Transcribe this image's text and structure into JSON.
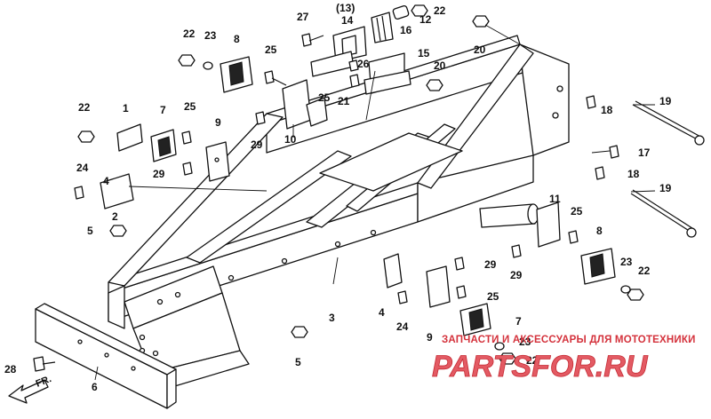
{
  "diagram": {
    "callouts": [
      {
        "id": "c27",
        "label": "27"
      },
      {
        "id": "c13",
        "label": "(13)"
      },
      {
        "id": "c14",
        "label": "14"
      },
      {
        "id": "c16",
        "label": "16"
      },
      {
        "id": "c12",
        "label": "12"
      },
      {
        "id": "c22a",
        "label": "22"
      },
      {
        "id": "c20a",
        "label": "20"
      },
      {
        "id": "c22b",
        "label": "22"
      },
      {
        "id": "c23a",
        "label": "23"
      },
      {
        "id": "c8a",
        "label": "8"
      },
      {
        "id": "c25a",
        "label": "25"
      },
      {
        "id": "c15",
        "label": "15"
      },
      {
        "id": "c26",
        "label": "26"
      },
      {
        "id": "c20b",
        "label": "20"
      },
      {
        "id": "c25b",
        "label": "25"
      },
      {
        "id": "c21",
        "label": "21"
      },
      {
        "id": "c19a",
        "label": "19"
      },
      {
        "id": "c22c",
        "label": "22"
      },
      {
        "id": "c1",
        "label": "1"
      },
      {
        "id": "c7a",
        "label": "7"
      },
      {
        "id": "c25c",
        "label": "25"
      },
      {
        "id": "c9a",
        "label": "9"
      },
      {
        "id": "c10",
        "label": "10"
      },
      {
        "id": "c29a",
        "label": "29"
      },
      {
        "id": "c18a",
        "label": "18"
      },
      {
        "id": "c17",
        "label": "17"
      },
      {
        "id": "c24a",
        "label": "24"
      },
      {
        "id": "c29b",
        "label": "29"
      },
      {
        "id": "c4a",
        "label": "4"
      },
      {
        "id": "c18b",
        "label": "18"
      },
      {
        "id": "c2",
        "label": "2"
      },
      {
        "id": "c19b",
        "label": "19"
      },
      {
        "id": "c5a",
        "label": "5"
      },
      {
        "id": "c11",
        "label": "11"
      },
      {
        "id": "c25d",
        "label": "25"
      },
      {
        "id": "c8b",
        "label": "8"
      },
      {
        "id": "c29c",
        "label": "29"
      },
      {
        "id": "c29d",
        "label": "29"
      },
      {
        "id": "c23b",
        "label": "23"
      },
      {
        "id": "c22d",
        "label": "22"
      },
      {
        "id": "c25e",
        "label": "25"
      },
      {
        "id": "c3",
        "label": "3"
      },
      {
        "id": "c4b",
        "label": "4"
      },
      {
        "id": "c24b",
        "label": "24"
      },
      {
        "id": "c7b",
        "label": "7"
      },
      {
        "id": "c9b",
        "label": "9"
      },
      {
        "id": "c5b",
        "label": "5"
      },
      {
        "id": "c23c",
        "label": "23"
      },
      {
        "id": "c22e",
        "label": "22"
      },
      {
        "id": "c28",
        "label": "28"
      },
      {
        "id": "c6",
        "label": "6"
      }
    ],
    "direction_label": "FR."
  },
  "watermark": {
    "subtitle": "ЗАПЧАСТИ И АКСЕССУАРЫ ДЛЯ МОТОТЕХНИКИ",
    "brand": "PARTSFOR.RU"
  }
}
